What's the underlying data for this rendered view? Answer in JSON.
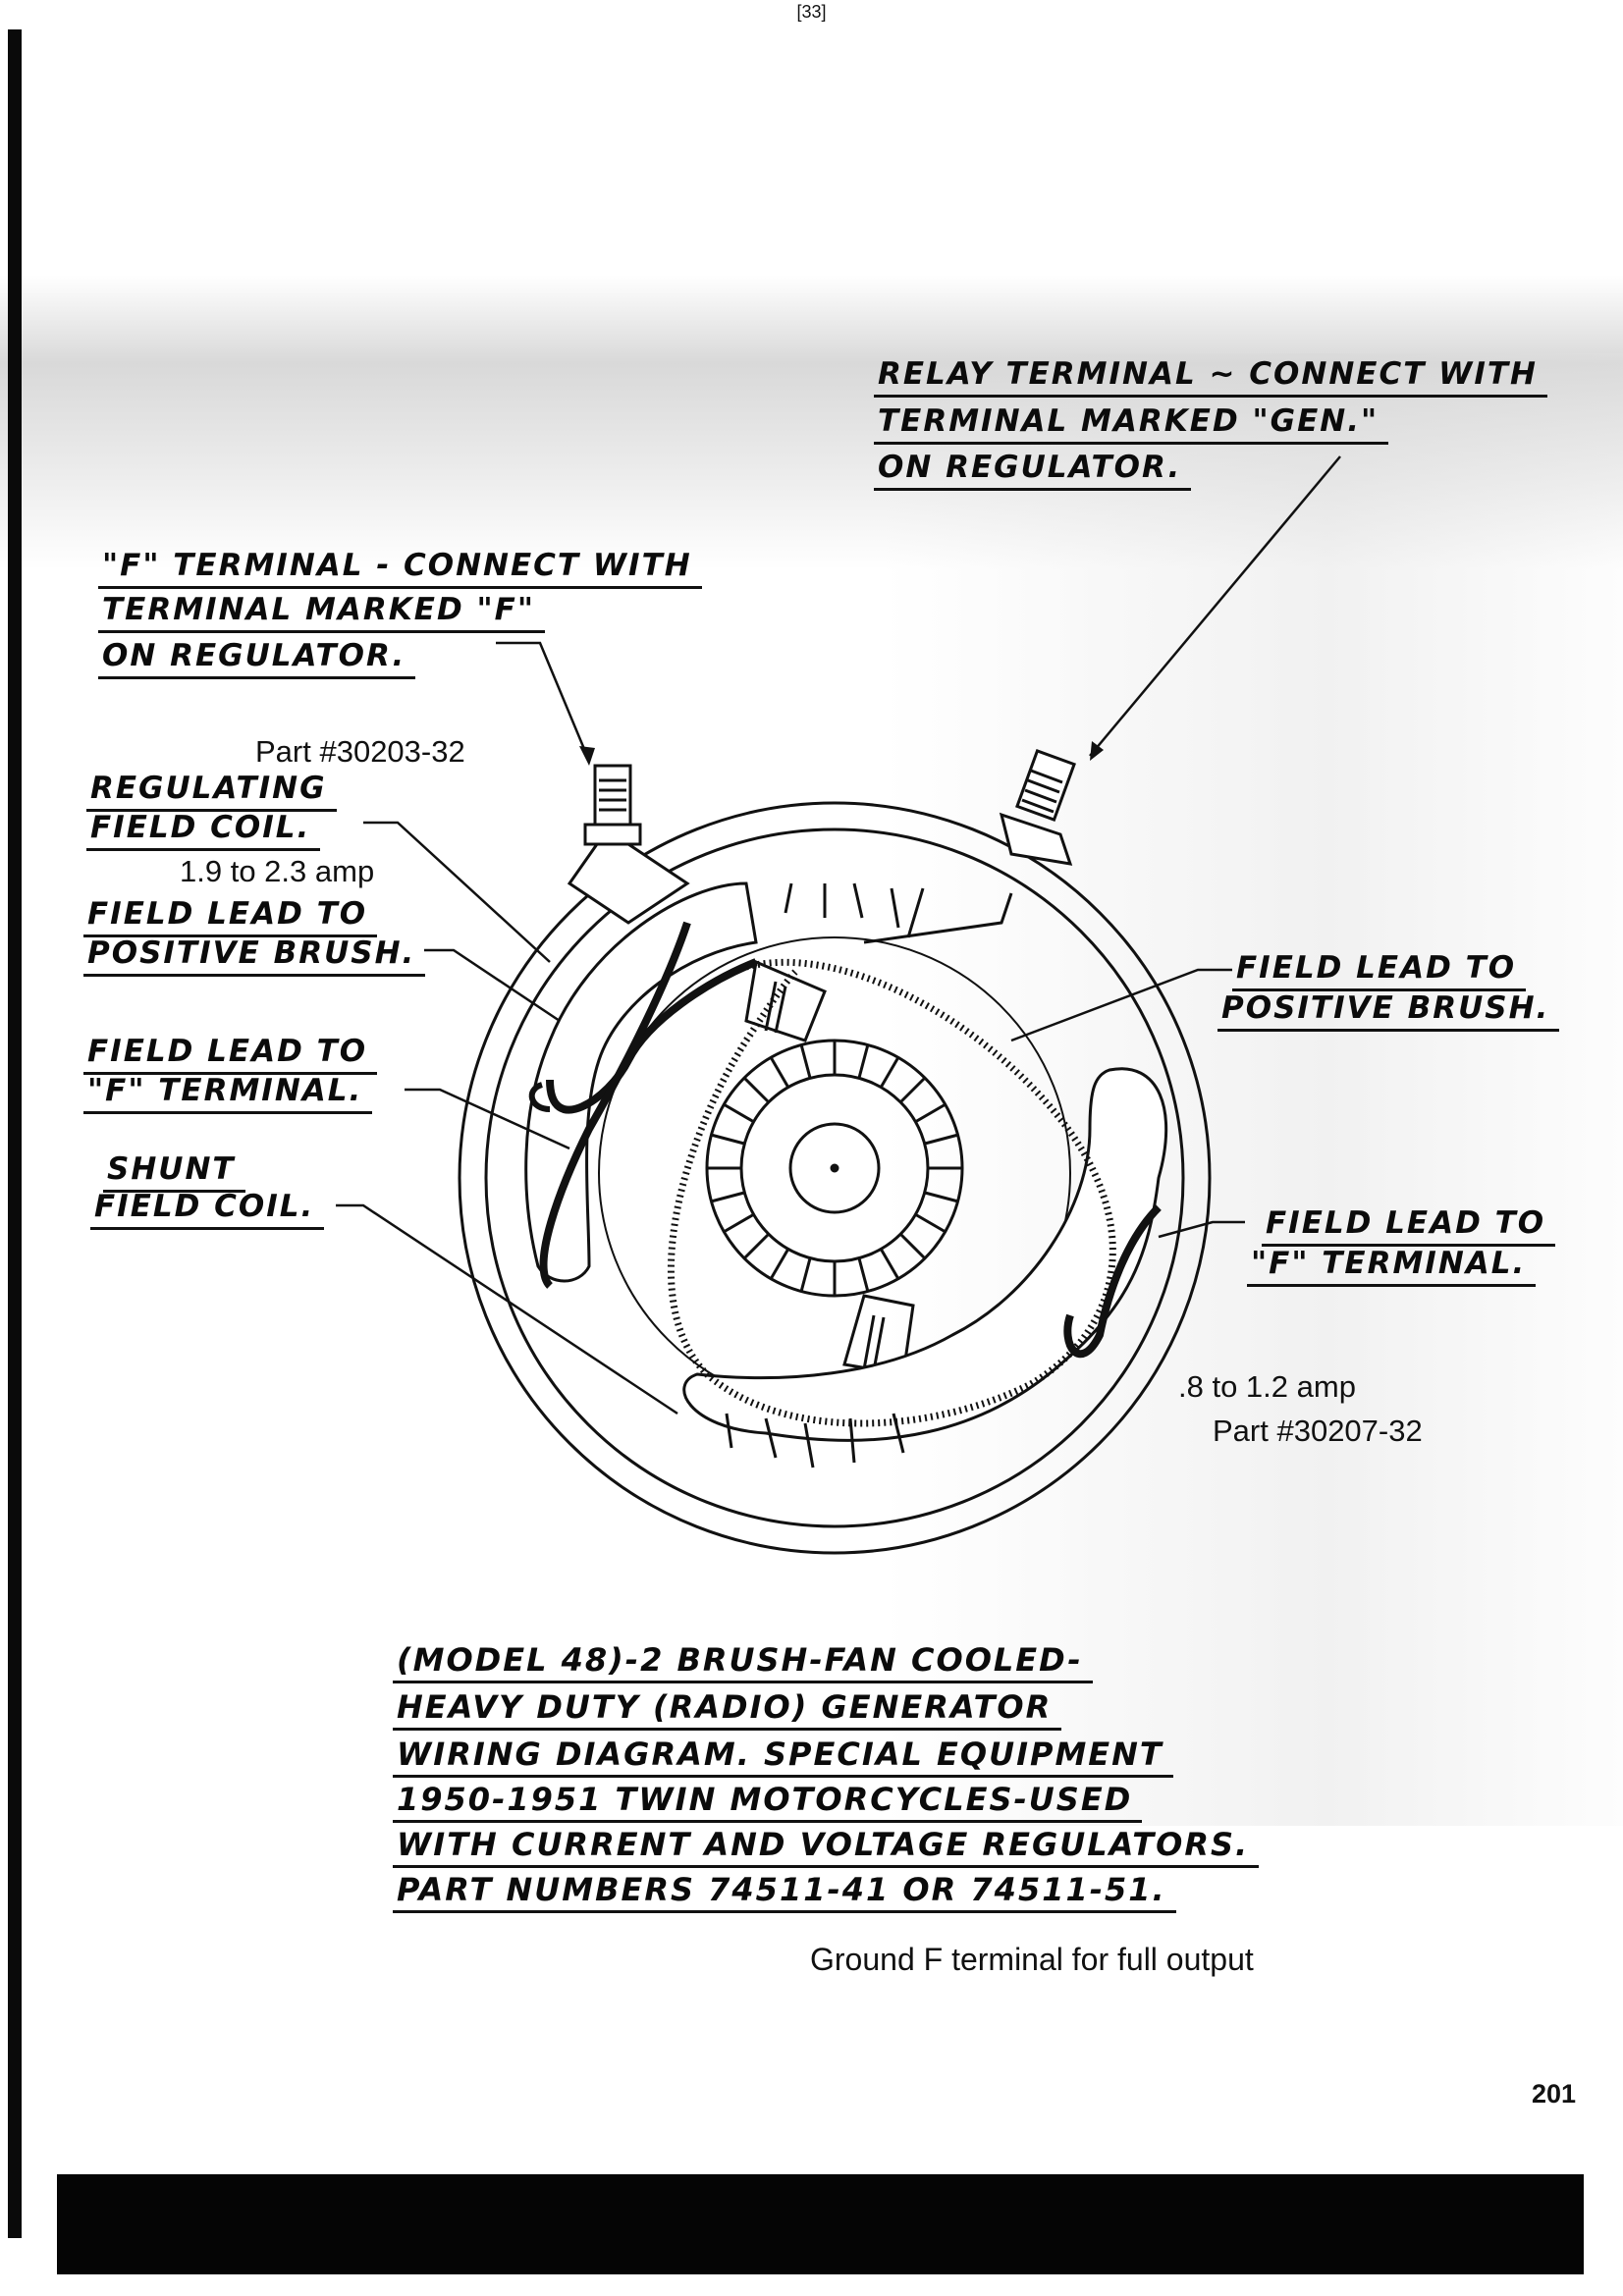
{
  "page": {
    "header_number": "[33]",
    "footer_number": "201"
  },
  "labels": {
    "relay_terminal": [
      "RELAY TERMINAL ~ CONNECT WITH",
      "TERMINAL MARKED \"GEN.\"",
      "ON REGULATOR."
    ],
    "f_terminal": [
      "\"F\" TERMINAL - CONNECT WITH",
      "TERMINAL MARKED \"F\"",
      "ON REGULATOR."
    ],
    "part_regulating": "Part #30203-32",
    "regulating_field_coil": [
      "REGULATING",
      "FIELD COIL."
    ],
    "amp_regulating": "1.9 to 2.3 amp",
    "field_lead_positive_left": [
      "FIELD LEAD TO",
      "POSITIVE BRUSH."
    ],
    "field_lead_f_left": [
      "FIELD LEAD TO",
      "\"F\" TERMINAL."
    ],
    "shunt_field_coil": [
      "SHUNT",
      "FIELD COIL."
    ],
    "field_lead_positive_right": [
      "FIELD LEAD TO",
      "POSITIVE BRUSH."
    ],
    "field_lead_f_right": [
      "FIELD LEAD TO",
      "\"F\" TERMINAL."
    ],
    "amp_shunt": ".8 to 1.2 amp",
    "part_shunt": "Part #30207-32",
    "caption": [
      "(MODEL 48)-2 BRUSH-FAN COOLED-",
      "HEAVY DUTY (RADIO) GENERATOR",
      "WIRING DIAGRAM. SPECIAL EQUIPMENT",
      "1950-1951 TWIN MOTORCYCLES-USED",
      "WITH CURRENT AND VOLTAGE REGULATORS.",
      "PART NUMBERS 74511-41 OR 74511-51."
    ],
    "ground_note": "Ground F terminal for full output"
  }
}
